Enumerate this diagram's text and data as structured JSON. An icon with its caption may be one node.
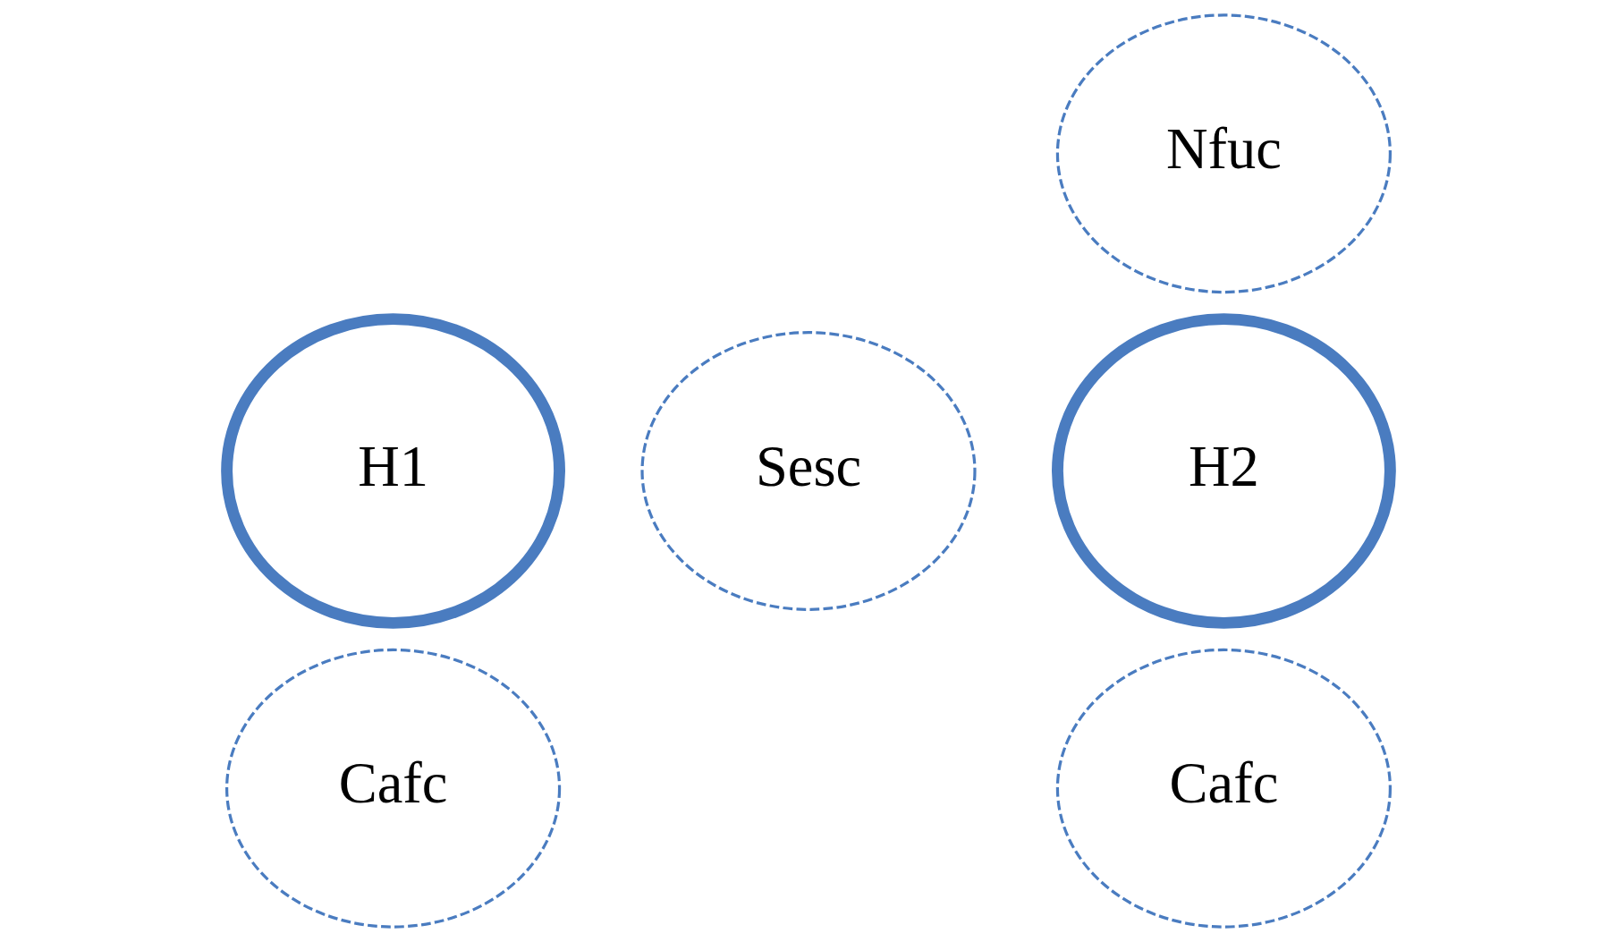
{
  "diagram": {
    "nodes": [
      {
        "text": [
          "H1"
        ]
      },
      {
        "text": [
          "Sesc"
        ]
      },
      {
        "text": [
          "Cafc"
        ]
      },
      {
        "text": [
          "Nfuc"
        ]
      },
      {
        "text": [
          "H2"
        ]
      },
      {
        "text": [
          "Cafc"
        ]
      }
    ]
  }
}
